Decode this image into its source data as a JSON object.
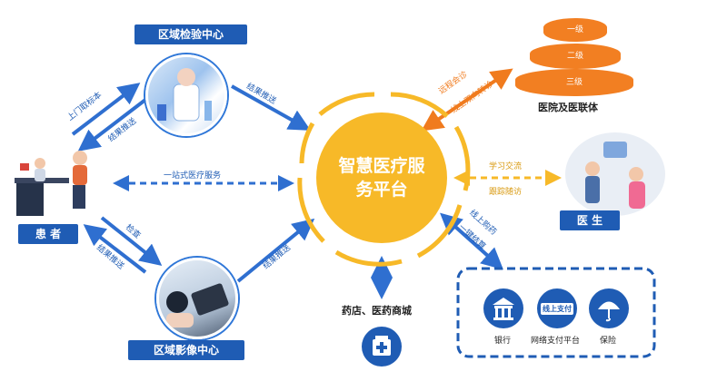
{
  "center": {
    "title_line1": "智慧医疗服",
    "title_line2": "务平台"
  },
  "nodes": {
    "lab": "区域检验中心",
    "imaging": "区域影像中心",
    "patient": "患 者",
    "doctor": "医 生",
    "hospitals": "医院及医联体",
    "pharmacy": "药店、医药商城"
  },
  "hospital_tiers": [
    "一级",
    "二级",
    "三级"
  ],
  "payment": {
    "bank": "银行",
    "online_platform": "网络支付平台",
    "insurance": "保险",
    "online_pay_badge": "线上支付"
  },
  "edges": {
    "lab_to_center": "结果推送",
    "patient_to_lab": "上门取标本",
    "lab_to_patient": "结果推送",
    "patient_center": "一站式医疗服务",
    "patient_to_imaging": "检查",
    "imaging_to_patient": "结果推送",
    "imaging_to_center": "结果推送",
    "center_hosp_1": "远程会诊",
    "center_hosp_2": "线上双向转诊",
    "center_doctor_1": "学习交流",
    "center_doctor_2": "跟踪随访",
    "center_pay_1": "线上购药",
    "center_pay_2": "一键结算"
  },
  "colors": {
    "primary_blue": "#1f5cb4",
    "center_yellow": "#f7b928",
    "hospital_orange": "#f07b1e"
  }
}
